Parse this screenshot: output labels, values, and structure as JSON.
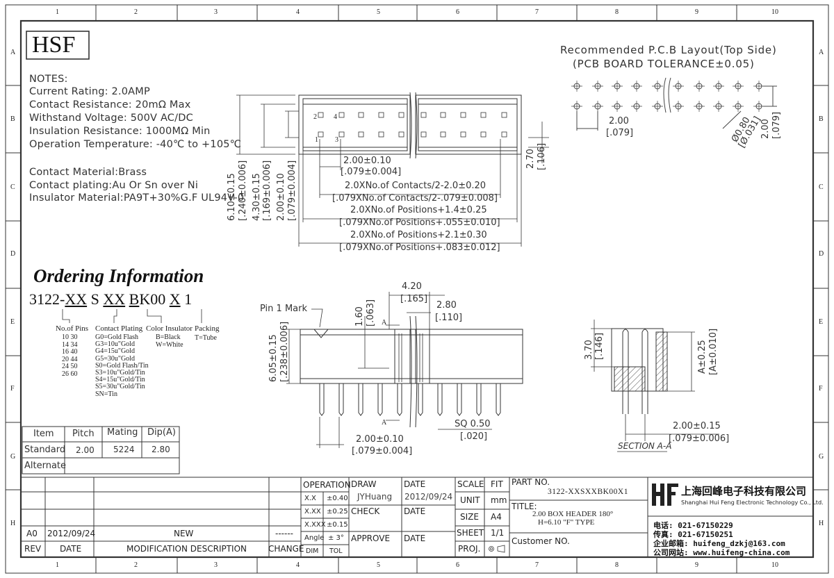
{
  "border": {
    "col_labels": [
      "1",
      "2",
      "3",
      "4",
      "5",
      "6",
      "7",
      "8",
      "9",
      "10"
    ],
    "row_labels": [
      "A",
      "B",
      "C",
      "D",
      "E",
      "F",
      "G",
      "H"
    ]
  },
  "logo": "HSF",
  "notes": {
    "heading": "NOTES:",
    "lines": [
      "Current Rating: 2.0AMP",
      "Contact Resistance: 20mΩ Max",
      "Withstand Voltage: 500V AC/DC",
      "Insulation Resistance: 1000MΩ Min",
      "Operation Temperature: -40℃ to +105℃"
    ],
    "material_lines": [
      "Contact Material:Brass",
      "Contact plating:Au Or Sn over Ni",
      "Insulator Material:PA9T+30%G.F UL94V-0"
    ]
  },
  "pcb": {
    "title1": "Recommended P.C.B Layout(Top Side)",
    "title2": "(PCB BOARD TOLERANCE±0.05)",
    "dim_pitch": "2.00",
    "dim_pitch_in": "[.079]",
    "dim_hole": "Ø0.80",
    "dim_hole_in": "[Ø.031]",
    "dim_row": "2.00",
    "dim_row_in": "[.079]"
  },
  "top_view": {
    "pin_labels": [
      "2",
      "4",
      "1",
      "3"
    ],
    "dim_pitch": "2.00±0.10",
    "dim_pitch_in": "[.079±0.004]",
    "dim_contacts": "2.0XNo.of Contacts/2-2.0±0.20",
    "dim_contacts_in": "[.079XNo.of Contacts/2-.079±0.008]",
    "dim_pos1": "2.0XNo.of Positions+1.4±0.25",
    "dim_pos1_in": "[.079XNo.of Positions+.055±0.010]",
    "dim_pos2": "2.0XNo.of Positions+2.1±0.30",
    "dim_pos2_in": "[.079XNo.of Positions+.083±0.012]",
    "dim_h1": "6.10±0.15",
    "dim_h1_in": "[.240±0.006]",
    "dim_h2": "4.30±0.15",
    "dim_h2_in": "[.169±0.006]",
    "dim_h3": "2.00±0.10",
    "dim_h3_in": "[.079±0.004]",
    "dim_side": "2.70",
    "dim_side_in": "[.106]"
  },
  "ordering": {
    "title": "Ordering Information",
    "code_parts": [
      "3122-",
      "XX",
      " S ",
      "XX",
      " ",
      "B",
      "K00 ",
      "X",
      " 1"
    ],
    "pins_head": "No.of Pins",
    "pins": [
      "10  30",
      "14  34",
      "16  40",
      "20  44",
      "24  50",
      "26  60"
    ],
    "plating_head": "Contact Plating",
    "plating": [
      "G0=Gold Flash",
      "G3=10u\"Gold",
      "G4=15u\"Gold",
      "G5=30u\"Gold",
      "S0=Gold Flash/Tin",
      "S3=10u\"Gold/Tin",
      "S4=15u\"Gold/Tin",
      "S5=30u\"Gold/Tin",
      "SN=Tin"
    ],
    "color_head": "Color Insulator",
    "color": [
      "B=Black",
      "W=White"
    ],
    "pack_head": "Packing",
    "pack": [
      "T=Tube"
    ]
  },
  "spec_table": {
    "headers": [
      "Item",
      "Pitch",
      "Mating",
      "Dip(A)"
    ],
    "rows": [
      [
        "Standard",
        "2.00",
        "5224",
        "2.80"
      ],
      [
        "Alternate",
        "",
        "",
        ""
      ]
    ]
  },
  "front_view": {
    "pin1": "Pin 1 Mark",
    "dim_w": "4.20",
    "dim_w_in": "[.165]",
    "dim_a": "2.80",
    "dim_a_in": "[.110]",
    "dim_160": "1.60",
    "dim_160_in": "[.063]",
    "dim_h": "6.05±0.15",
    "dim_h_in": "[.238±0.006]",
    "dim_pitch": "2.00±0.10",
    "dim_pitch_in": "[.079±0.004]",
    "dim_sq": "SQ 0.50",
    "dim_sq_in": "[.020]",
    "mark_a": "A"
  },
  "section": {
    "dim_h": "3.70",
    "dim_h_in": "[.146]",
    "dim_a": "A±0.25",
    "dim_a_in": "[A±0.010]",
    "dim_p": "2.00±0.15",
    "dim_p_in": "[.079±0.006]",
    "label": "SECTION  A-A"
  },
  "title_block": {
    "rev_head": "REV",
    "date_head": "DATE",
    "mod_head": "MODIFICATION DESCRIPTION",
    "change_head": "CHANGE",
    "rev": "A0",
    "rev_date": "2012/09/24",
    "rev_desc": "NEW",
    "rev_change": "------",
    "operation": "OPERATION",
    "tol": [
      [
        "X.X",
        "±0.40"
      ],
      [
        "X.XX",
        "±0.25"
      ],
      [
        "X.XXX",
        "±0.15"
      ],
      [
        "Angle",
        "± 3°"
      ],
      [
        "DIM",
        "TOL"
      ]
    ],
    "draw": "DRAW",
    "drawer": "JYHuang",
    "check": "CHECK",
    "approve": "APPROVE",
    "date_lbl": "DATE",
    "draw_date": "2012/09/24",
    "scale": "SCALE",
    "fit": "FIT",
    "unit": "UNIT",
    "mm": "mm",
    "size": "SIZE",
    "a4": "A4",
    "sheet": "SHEET",
    "sheet_val": "1/1",
    "proj": "PROJ.",
    "part_no_lbl": "PART NO.",
    "part_no": "3122-XXSXXBK00X1",
    "title_lbl": "TITLE:",
    "title1": "2.00 BOX HEADER 180°",
    "title2": "H=6.10 \"F\" TYPE",
    "customer": "Customer NO.",
    "company_cn": "上海回峰电子科技有限公司",
    "company_en": "Shanghai Hui Feng Electronic Technology Co., Ltd.",
    "tel": "电话: 021-67150229",
    "fax": "传真: 021-67150251",
    "email": "企业邮箱: huifeng_dzkj@163.com",
    "web": "公司网站: www.huifeng-china.com"
  }
}
